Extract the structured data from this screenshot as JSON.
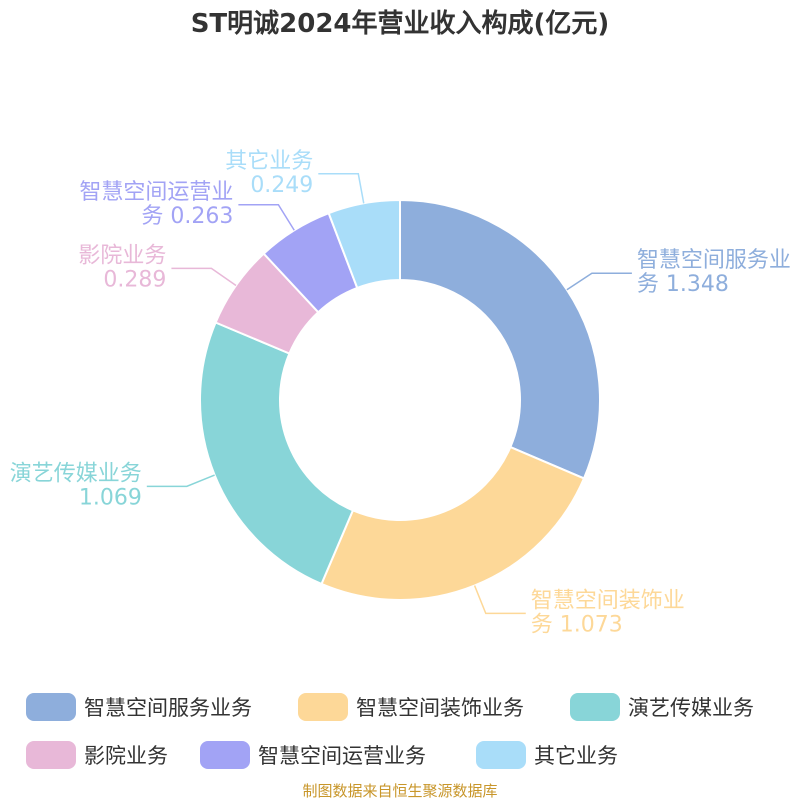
{
  "chart_data": {
    "type": "pie",
    "title": "ST明诚2024年营业收入构成(亿元)",
    "donut": true,
    "categories": [
      "智慧空间服务业务",
      "智慧空间装饰业务",
      "演艺传媒业务",
      "影院业务",
      "智慧空间运营业务",
      "其它业务"
    ],
    "values": [
      1.348,
      1.073,
      1.069,
      0.289,
      0.263,
      0.249
    ],
    "value_labels": [
      "1.348",
      "1.073",
      "1.069",
      "0.289",
      "0.263",
      "0.249"
    ],
    "colors": [
      "#8eaedc",
      "#fdd898",
      "#88d5d8",
      "#e8b8d8",
      "#a2a3f5",
      "#a9ddf9"
    ],
    "label_lines": [
      [
        "智慧空间服务业",
        "务 1.348"
      ],
      [
        "智慧空间装饰业",
        "务 1.073"
      ],
      [
        "演艺传媒业务",
        "1.069"
      ],
      [
        "影院业务",
        "0.289"
      ],
      [
        "智慧空间运营业",
        "务 0.263"
      ],
      [
        "其它业务",
        "0.249"
      ]
    ],
    "legend_position": "bottom",
    "source": "制图数据来自恒生聚源数据库"
  }
}
